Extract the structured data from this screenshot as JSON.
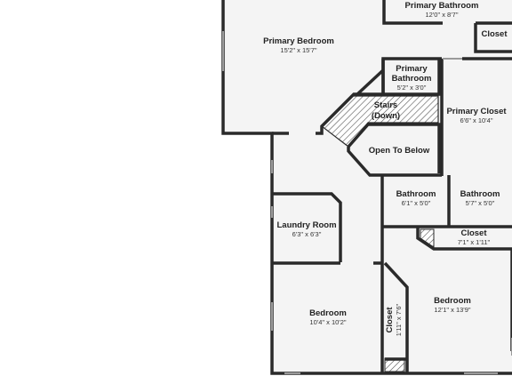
{
  "colors": {
    "wall": "#2a2a2a",
    "floor": "#f4f4f4",
    "hatch": "#555555",
    "window": "#9a9a9a"
  },
  "rooms": {
    "primary_bathroom_top": {
      "name": "Primary Bathroom",
      "dim": "12'0\" x 8'7\""
    },
    "closet_top": {
      "name": "Closet"
    },
    "primary_bedroom": {
      "name": "Primary Bedroom",
      "dim": "15'2\" x 15'7\""
    },
    "primary_bathroom_small_1": {
      "name": "Primary",
      "name2": "Bathroom",
      "dim": "5'2\" x 3'0\""
    },
    "primary_closet": {
      "name": "Primary Closet",
      "dim": "6'6\" x 10'4\""
    },
    "stairs": {
      "name": "Stairs",
      "name2": "(Down)"
    },
    "open_to_below": {
      "name": "Open To Below"
    },
    "bathroom_1": {
      "name": "Bathroom",
      "dim": "6'1\" x 5'0\""
    },
    "bathroom_2": {
      "name": "Bathroom",
      "dim": "5'7\" x 5'0\""
    },
    "laundry_room": {
      "name": "Laundry Room",
      "dim": "6'3\" x 6'3\""
    },
    "closet_hall": {
      "name": "Closet",
      "dim": "7'1\" x 1'11\""
    },
    "bedroom_right": {
      "name": "Bedroom",
      "dim": "12'1\" x 13'9\""
    },
    "bedroom_left": {
      "name": "Bedroom",
      "dim": "10'4\" x 10'2\""
    },
    "closet_vertical": {
      "name": "Closet",
      "dim": "1'11\" x 7'6\""
    }
  }
}
